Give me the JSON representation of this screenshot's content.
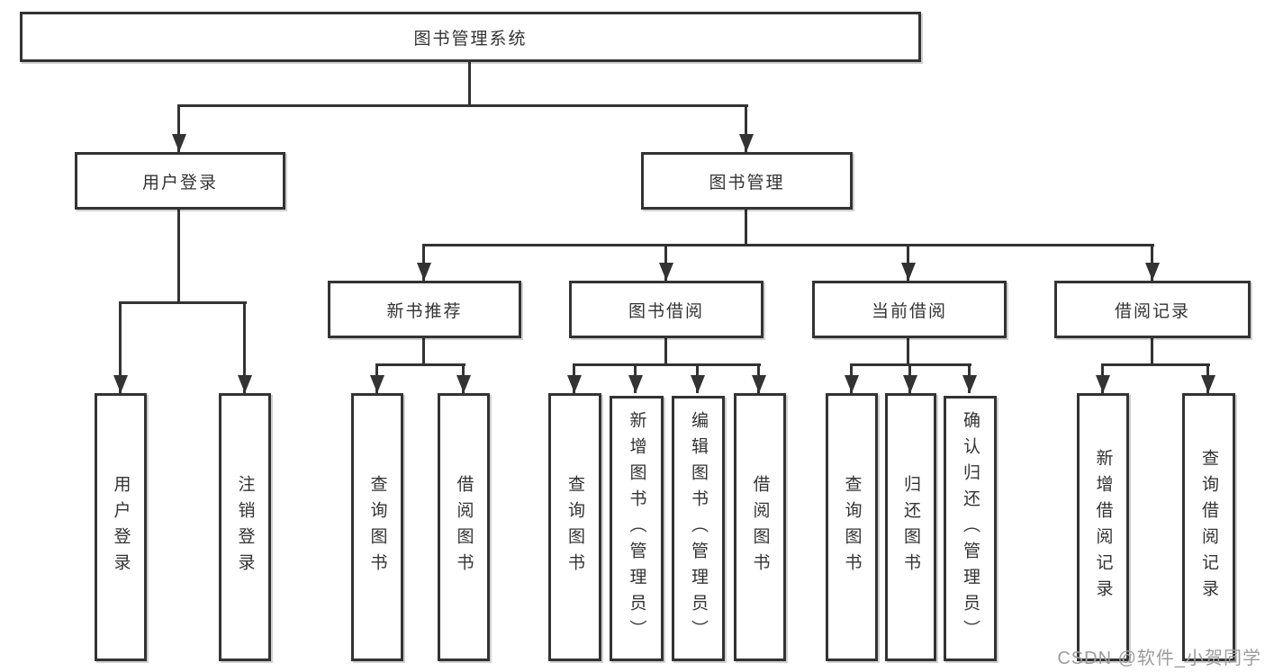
{
  "tree": {
    "root": {
      "label": "图书管理系统",
      "children": [
        {
          "label": "用户登录",
          "children": [
            {
              "label": "用户登录"
            },
            {
              "label": "注销登录"
            }
          ]
        },
        {
          "label": "图书管理",
          "children": [
            {
              "label": "新书推荐",
              "children": [
                {
                  "label": "查询图书"
                },
                {
                  "label": "借阅图书"
                }
              ]
            },
            {
              "label": "图书借阅",
              "children": [
                {
                  "label": "查询图书"
                },
                {
                  "label": "新增图书（管理员）"
                },
                {
                  "label": "编辑图书（管理员）"
                },
                {
                  "label": "借阅图书"
                }
              ]
            },
            {
              "label": "当前借阅",
              "children": [
                {
                  "label": "查询图书"
                },
                {
                  "label": "归还图书"
                },
                {
                  "label": "确认归还（管理员）"
                }
              ]
            },
            {
              "label": "借阅记录",
              "children": [
                {
                  "label": "新增借阅记录"
                },
                {
                  "label": "查询借阅记录"
                }
              ]
            }
          ]
        }
      ]
    }
  },
  "watermark": {
    "text": "CSDN @软件_小贺同学"
  },
  "colors": {
    "line": "#333333",
    "text": "#333333",
    "watermark": "#9c9c9c",
    "background": "#ffffff"
  }
}
